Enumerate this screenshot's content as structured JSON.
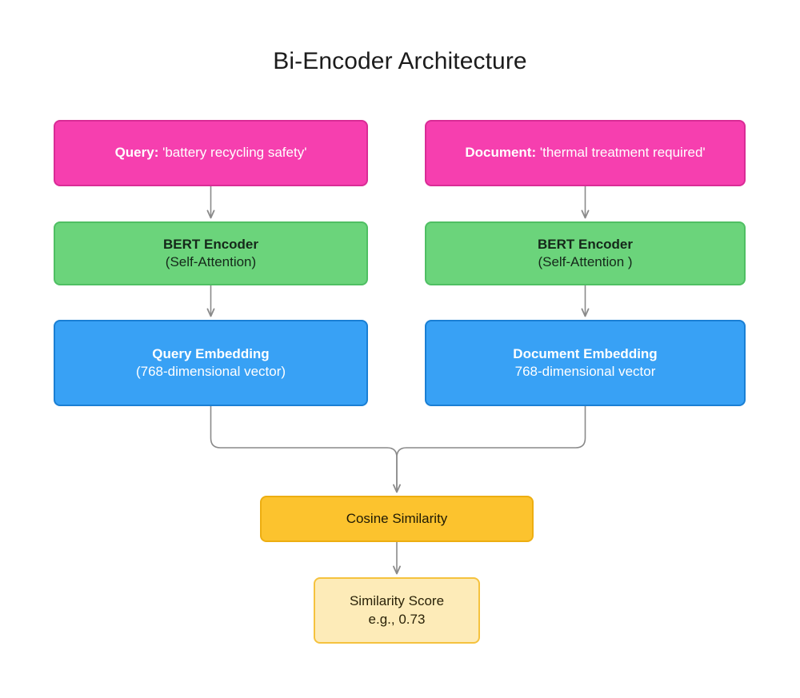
{
  "diagram": {
    "title": "Bi-Encoder Architecture",
    "type": "flowchart",
    "background": "#ffffff",
    "colors": {
      "input": "#F63FAF",
      "input_border": "#D92C96",
      "encoder": "#6BD47B",
      "encoder_border": "#4FBF63",
      "embedding": "#38A1F5",
      "embedding_border": "#1A7FD4",
      "operation": "#FCC32E",
      "operation_border": "#EDAE11",
      "result": "#FDEBB8",
      "result_border": "#F5C23E",
      "edge": "#8A8A8A"
    },
    "nodes": {
      "query": {
        "label_key": "Query:",
        "label_value": "'battery recycling safety'"
      },
      "document": {
        "label_key": "Document:",
        "label_value": "'thermal treatment required'"
      },
      "encoder_left": {
        "line1": "BERT Encoder",
        "line2": "(Self-Attention)"
      },
      "encoder_right": {
        "line1": "BERT Encoder",
        "line2": "(Self-Attention )"
      },
      "embedding_query": {
        "line1": "Query Embedding",
        "line2": "(768-dimensional vector)"
      },
      "embedding_document": {
        "line1": "Document Embedding",
        "line2": "768-dimensional vector"
      },
      "cosine": {
        "label": "Cosine Similarity"
      },
      "score": {
        "line1": "Similarity Score",
        "line2": "e.g., 0.73"
      }
    }
  }
}
